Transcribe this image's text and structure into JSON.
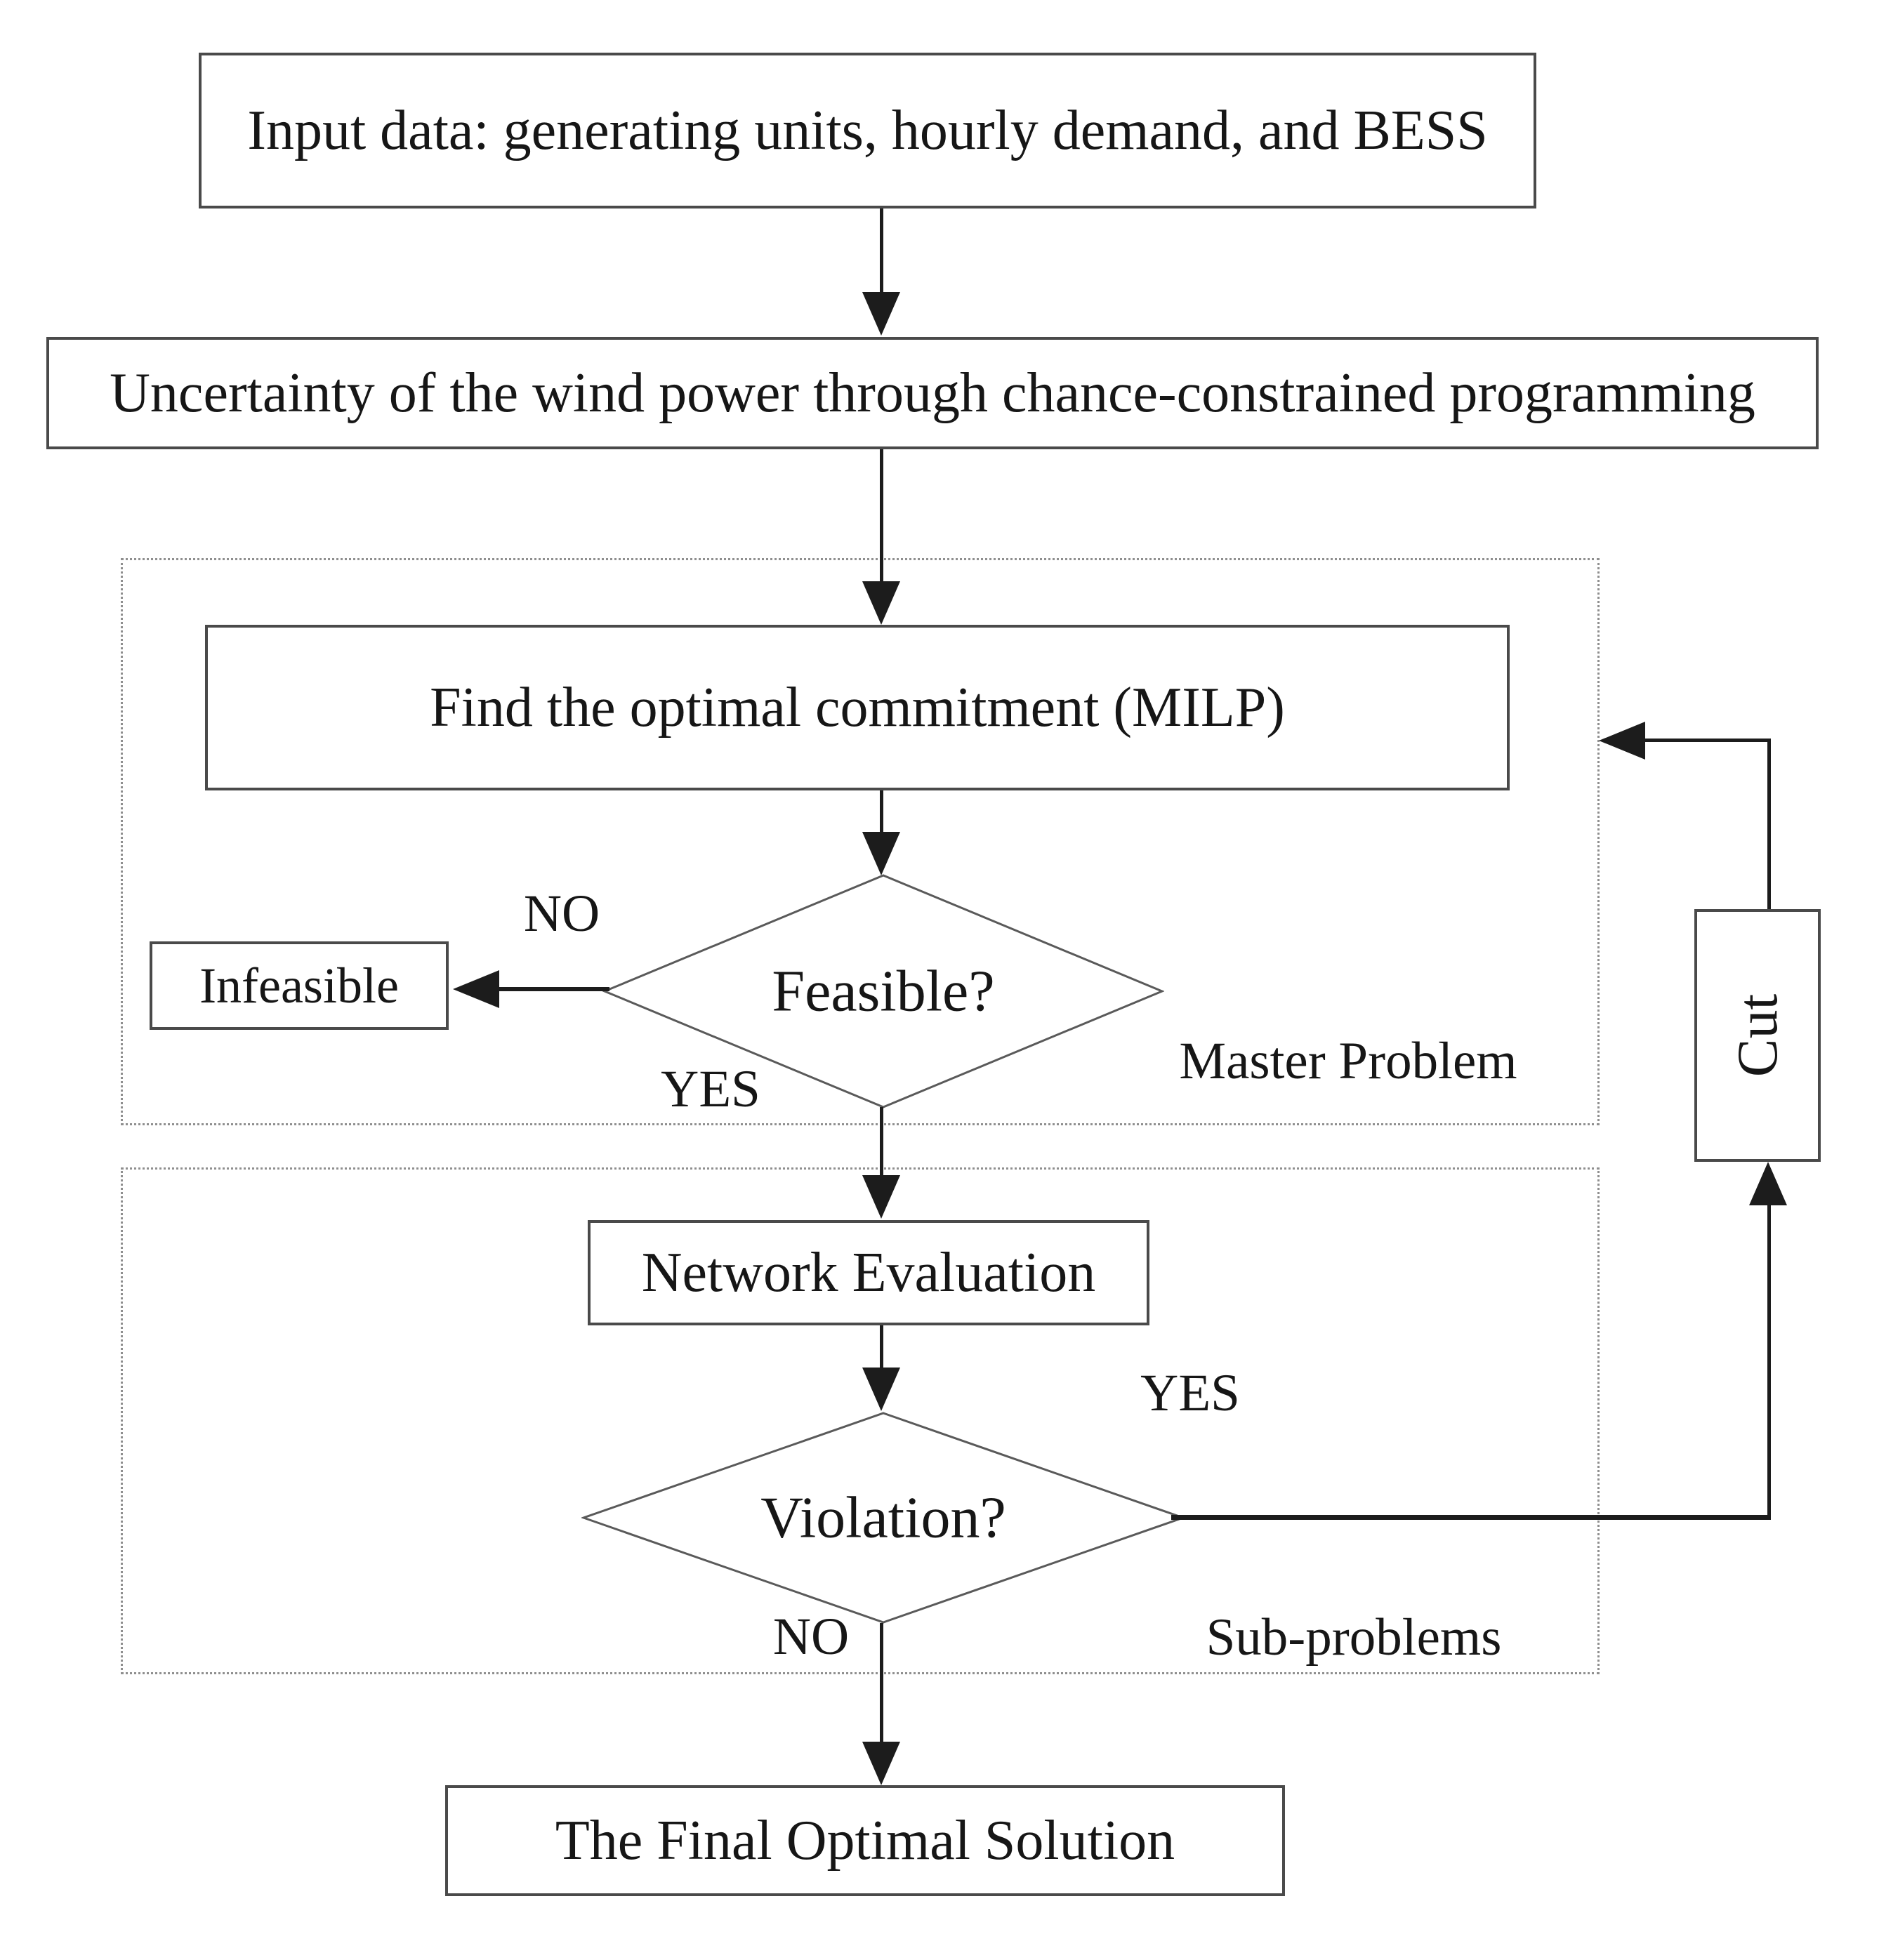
{
  "diagram": {
    "title": "Chance-constrained unit commitment solution flowchart",
    "colors": {
      "background": "#ffffff",
      "line": "#1c1c1c",
      "box_border": "#4a4a4a",
      "dotted_border": "#8f8f8f",
      "text": "#161616"
    },
    "nodes": {
      "input": {
        "label": "Input data: generating units, hourly demand, and BESS"
      },
      "uncertainty": {
        "label": "Uncertainty of the wind power through chance-constrained programming"
      },
      "milp": {
        "label": "Find the optimal commitment (MILP)"
      },
      "feasible": {
        "label": "Feasible?"
      },
      "infeasible": {
        "label": "Infeasible"
      },
      "network": {
        "label": "Network Evaluation"
      },
      "violation": {
        "label": "Violation?"
      },
      "final": {
        "label": "The Final Optimal Solution"
      },
      "cut": {
        "label": "Cut"
      }
    },
    "edge_labels": {
      "feasible_no": "NO",
      "feasible_yes": "YES",
      "violation_yes": "YES",
      "violation_no": "NO"
    },
    "region_labels": {
      "master": "Master Problem",
      "sub": "Sub-problems"
    }
  }
}
